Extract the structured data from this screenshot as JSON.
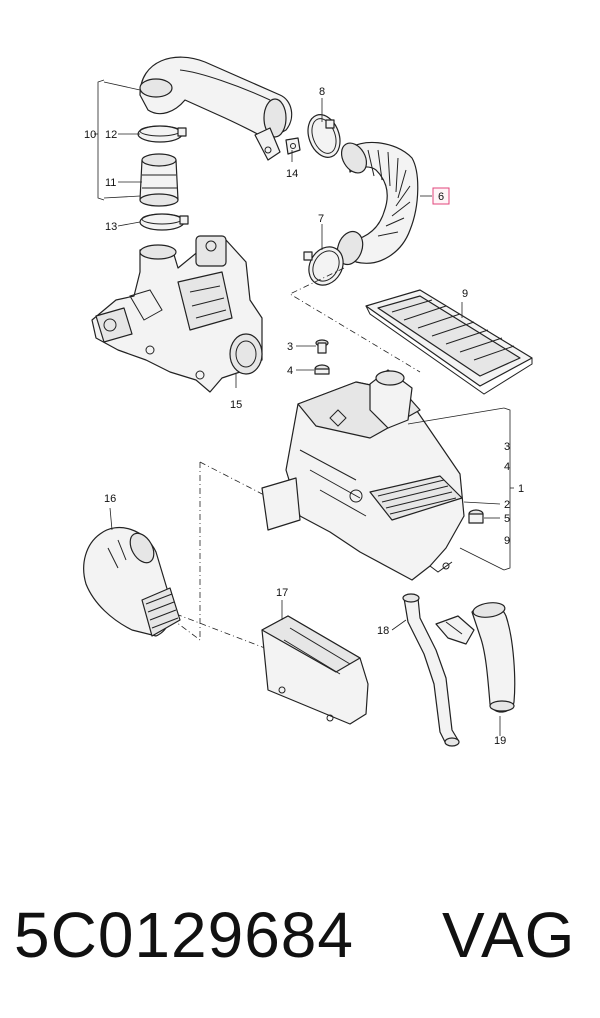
{
  "diagram": {
    "callouts": {
      "c1": "1",
      "c2": "2",
      "c3a": "3",
      "c3b": "3",
      "c4a": "4",
      "c4b": "4",
      "c5": "5",
      "c6": "6",
      "c7": "7",
      "c8": "8",
      "c9a": "9",
      "c9b": "9",
      "c10": "10",
      "c11": "11",
      "c12": "12",
      "c13": "13",
      "c14": "14",
      "c15": "15",
      "c16": "16",
      "c17": "17",
      "c18": "18",
      "c19": "19"
    },
    "highlight_color": "#e0457b"
  },
  "footer": {
    "part_number": "5C0129684",
    "brand": "VAG"
  }
}
